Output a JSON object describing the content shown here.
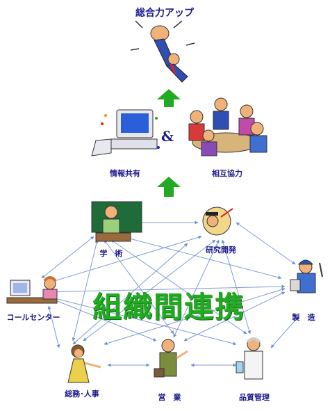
{
  "title": "総合力アップ",
  "ampersand": "&",
  "top_labels": {
    "info_share": "情報共有",
    "cooperation": "相互協力"
  },
  "center_text": "組織間連携",
  "nodes": {
    "academic": "学　術",
    "rnd": "研究開発",
    "call_center": "コールセンター",
    "manufacturing": "製　造",
    "general_affairs": "総務･人事",
    "sales": "営　業",
    "quality": "品質管理"
  },
  "colors": {
    "arrow_green": "#22aa22",
    "link_blue": "#6f8fd0",
    "label_navy": "#1a1a8c"
  }
}
